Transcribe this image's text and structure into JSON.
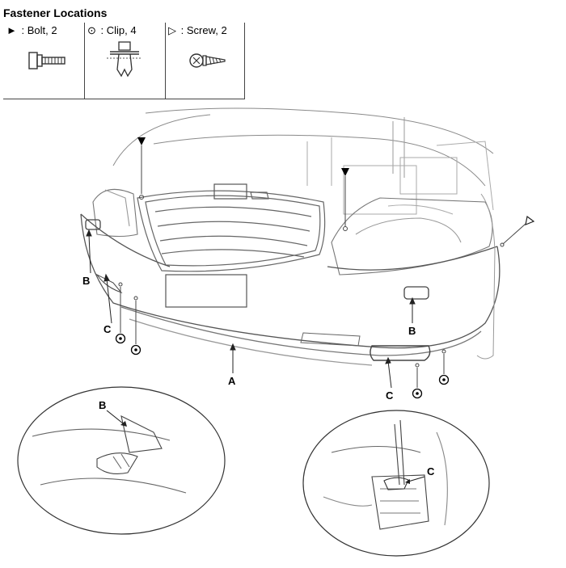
{
  "title": "Fastener Locations",
  "legend": [
    {
      "symbol": "►",
      "symbol_icon": "triangle-filled-icon",
      "label": ": Bolt, 2",
      "part_icon": "bolt-icon"
    },
    {
      "symbol": "⊙",
      "symbol_icon": "clip-circle-icon",
      "label": ": Clip, 4",
      "part_icon": "clip-icon"
    },
    {
      "symbol": "▷",
      "symbol_icon": "triangle-outline-icon",
      "label": ": Screw, 2",
      "part_icon": "screw-icon"
    }
  ],
  "callouts": {
    "A": "A",
    "B": "B",
    "C": "C"
  },
  "line_color": "#555555"
}
